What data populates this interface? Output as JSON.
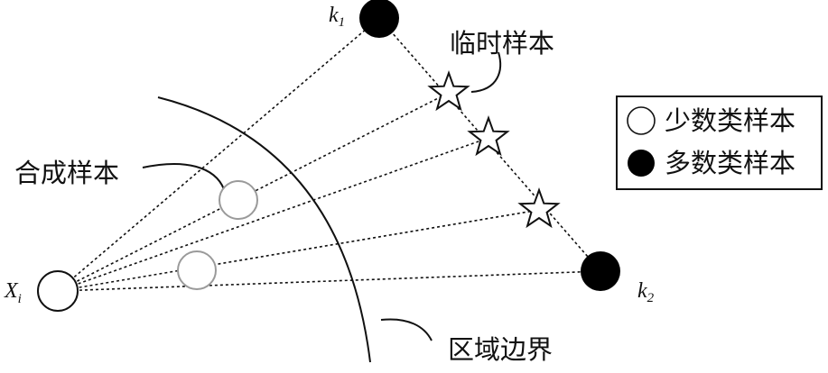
{
  "labels": {
    "xi": "X",
    "xi_sub": "i",
    "k1": "k",
    "k1_sub": "1",
    "k2": "k",
    "k2_sub": "2",
    "temp_sample": "临时样本",
    "synthetic_sample": "合成样本",
    "region_boundary": "区域边界"
  },
  "legend": {
    "minority": "少数类样本",
    "majority": "多数类样本"
  },
  "colors": {
    "line": "#111111",
    "synthetic_circle": "#9a9a9a",
    "majority_fill": "#000000"
  }
}
